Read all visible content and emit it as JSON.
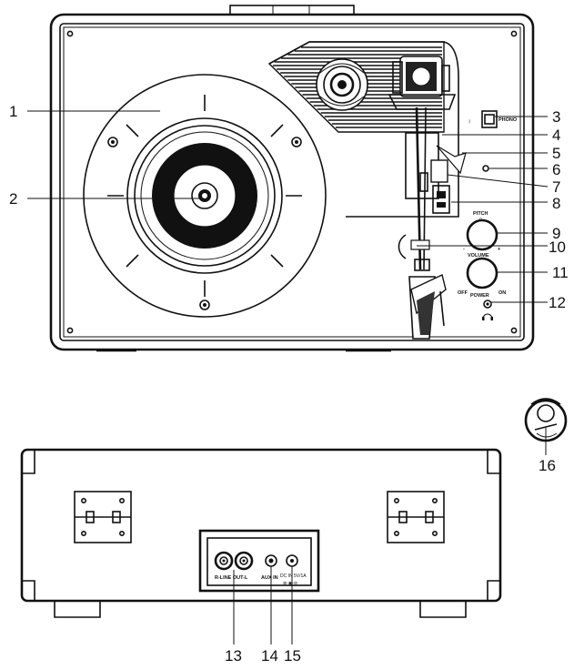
{
  "figure": {
    "callouts": [
      "1",
      "2",
      "3",
      "4",
      "5",
      "6",
      "7",
      "8",
      "9",
      "10",
      "11",
      "12",
      "13",
      "14",
      "15",
      "16"
    ],
    "panel_labels": {
      "phono": "PHONO",
      "pitch": "PITCH",
      "pitch_zero": "0",
      "pitch_minus": "-",
      "pitch_plus": "+",
      "volume": "VOLUME",
      "power": "POWER",
      "off": "OFF",
      "on": "ON",
      "rca_out": "R-LINE OUT-L",
      "aux_in": "AUX IN",
      "dc_in": "DC IN 5V/1A",
      "dc_polarity": "⊕-◉-⊖"
    }
  }
}
